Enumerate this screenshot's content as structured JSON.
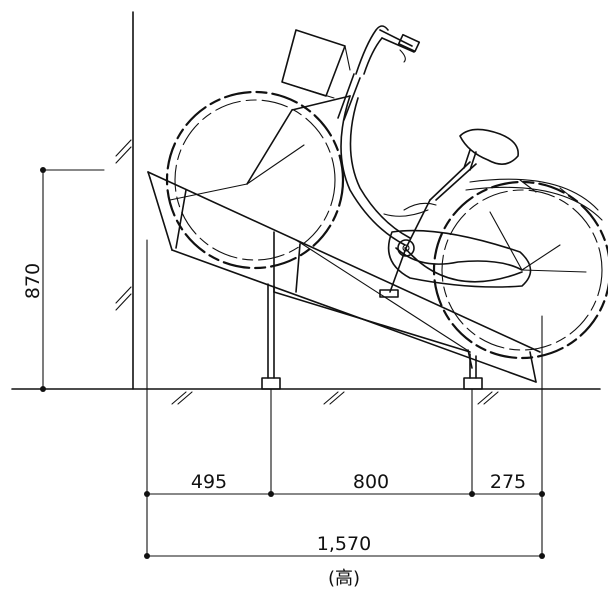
{
  "dimensions": {
    "height": "870",
    "segment_1": "495",
    "segment_2": "800",
    "segment_3": "275",
    "total": "1,570"
  },
  "caption": "(高)"
}
